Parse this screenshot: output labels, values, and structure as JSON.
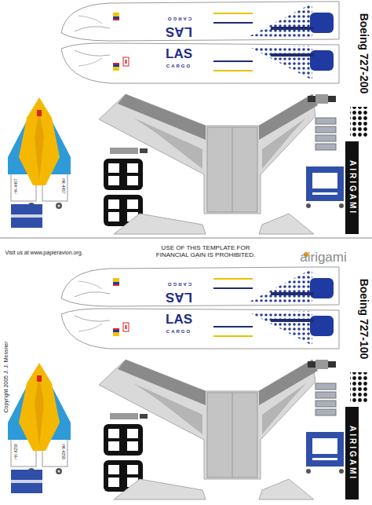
{
  "diagram": {
    "labels": [
      "Boeing 727-200",
      "AIRIGAMI",
      "LAS",
      "CARGO",
      "LAS",
      "CARGO",
      "HK-4457",
      "HK-4457",
      "Visit us at www.papieravion.org.",
      "USE OF THIS TEMPLATE FOR FINANCIAL GAIN IS PROHIBITED.",
      "airigami",
      "Copyright 2005 J. J. Messner",
      "Boeing 727-100",
      "AIRIGAMI",
      "LAS",
      "CARGO",
      "LAS",
      "CARGO",
      "HK-4258",
      "HK-4258"
    ]
  }
}
